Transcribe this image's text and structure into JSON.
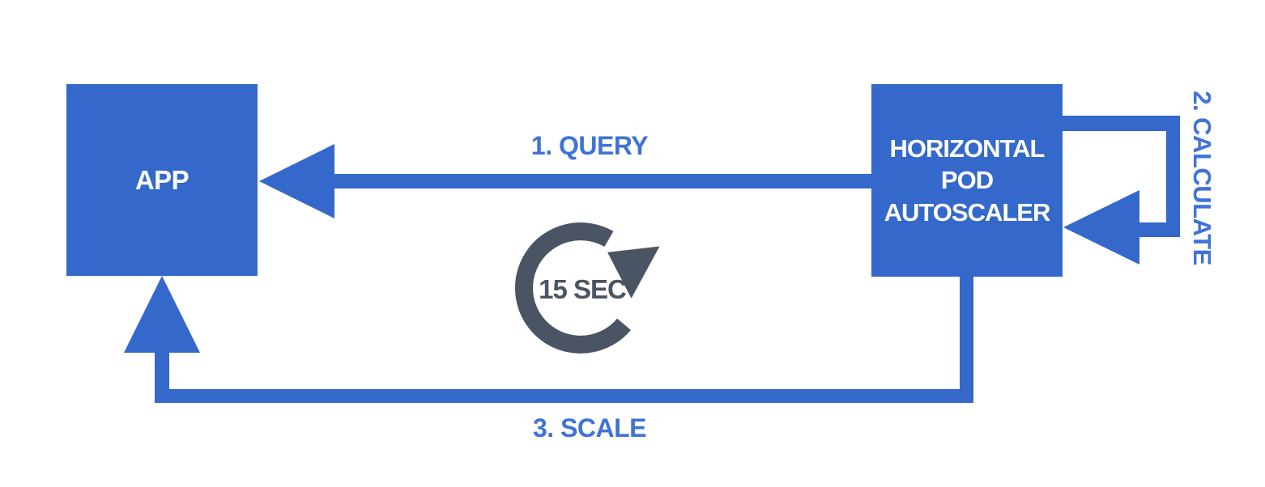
{
  "nodes": {
    "app": {
      "label": "APP"
    },
    "hpa": {
      "label": "HORIZONTAL POD AUTOSCALER"
    }
  },
  "edges": {
    "query": {
      "step": "1",
      "label": "1. QUERY",
      "from": "hpa",
      "to": "app"
    },
    "calculate": {
      "step": "2",
      "label": "2. CALCULATE",
      "from": "hpa",
      "to": "hpa"
    },
    "scale": {
      "step": "3",
      "label": "3. SCALE",
      "from": "hpa",
      "to": "app"
    }
  },
  "timer": {
    "label": "15 SEC",
    "icon": "refresh-clockwise-icon"
  },
  "colors": {
    "shape_blue": "#3468ca",
    "label_blue": "#3f73d6",
    "icon_gray": "#4b5462",
    "node_text": "#ffffff",
    "background": "#ffffff"
  }
}
